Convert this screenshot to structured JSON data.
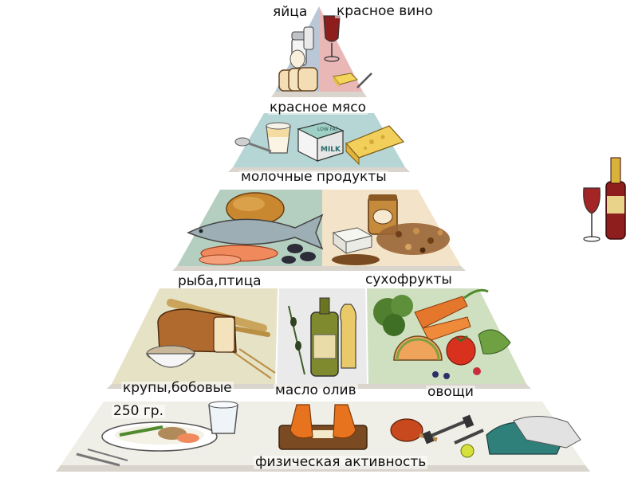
{
  "labels": {
    "eggs": "яйца",
    "red_wine": "красное вино",
    "red_meat": "красное мясо",
    "dairy": "молочные продукты",
    "fish_poultry": "рыба,птица",
    "dried_fruits": "сухофрукты",
    "grains_legumes": "крупы,бобовые",
    "olive_oil": "масло олив",
    "vegetables": "овощи",
    "portion": "250 гр.",
    "physical_activity": "физическая активность"
  },
  "packaging_text": {
    "milk_carton": "MILK",
    "low_fat": "LOW FAT"
  },
  "colors": {
    "tier1_left": "#b9c7d6",
    "tier1_right": "#eab7b7",
    "tier2": "#b6d6d6",
    "tier3_left": "#b4cfbf",
    "tier3_right": "#f3e3c8",
    "tier4_left": "#e6e2c6",
    "tier4_mid": "#eaeaea",
    "tier4_right": "#cfe0c1",
    "tier5": "#efeee7",
    "wine": "#8e1d1d",
    "bread": "#b06a2e",
    "cheese": "#f2cf5a"
  }
}
